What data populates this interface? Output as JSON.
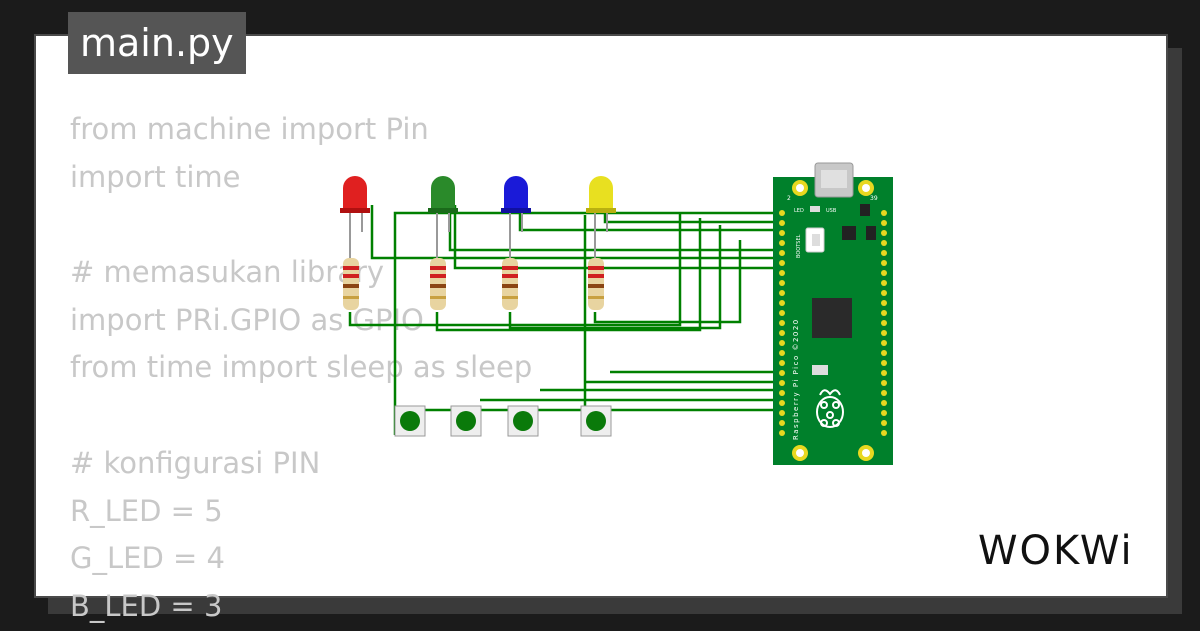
{
  "tab": {
    "label": "main.py"
  },
  "code_lines": [
    "from machine import Pin",
    "import time",
    "",
    "# memasukan library",
    "import PRi.GPIO as GPIO",
    "from time import sleep as sleep",
    "",
    "# konfigurasi PIN",
    "R_LED = 5",
    "G_LED = 4",
    "B_LED = 3"
  ],
  "board": {
    "name": "Raspberry Pi Pico ©2020",
    "usb_label": "USB",
    "led_label": "LED",
    "bootsel_label": "BOOTSEL",
    "pin_left": "2",
    "pin_right": "39"
  },
  "logo": {
    "text": "WOKWi"
  },
  "colors": {
    "wire": "#008000",
    "board": "#00802b",
    "led_red": "#e02020",
    "led_green": "#2a8a2a",
    "led_blue": "#1a1ad8",
    "led_yellow": "#e8e020",
    "button_cap": "#0a7a0a"
  },
  "components": {
    "leds": [
      "red-led",
      "green-led",
      "blue-led",
      "yellow-led"
    ],
    "resistors": 4,
    "buttons": 4
  }
}
